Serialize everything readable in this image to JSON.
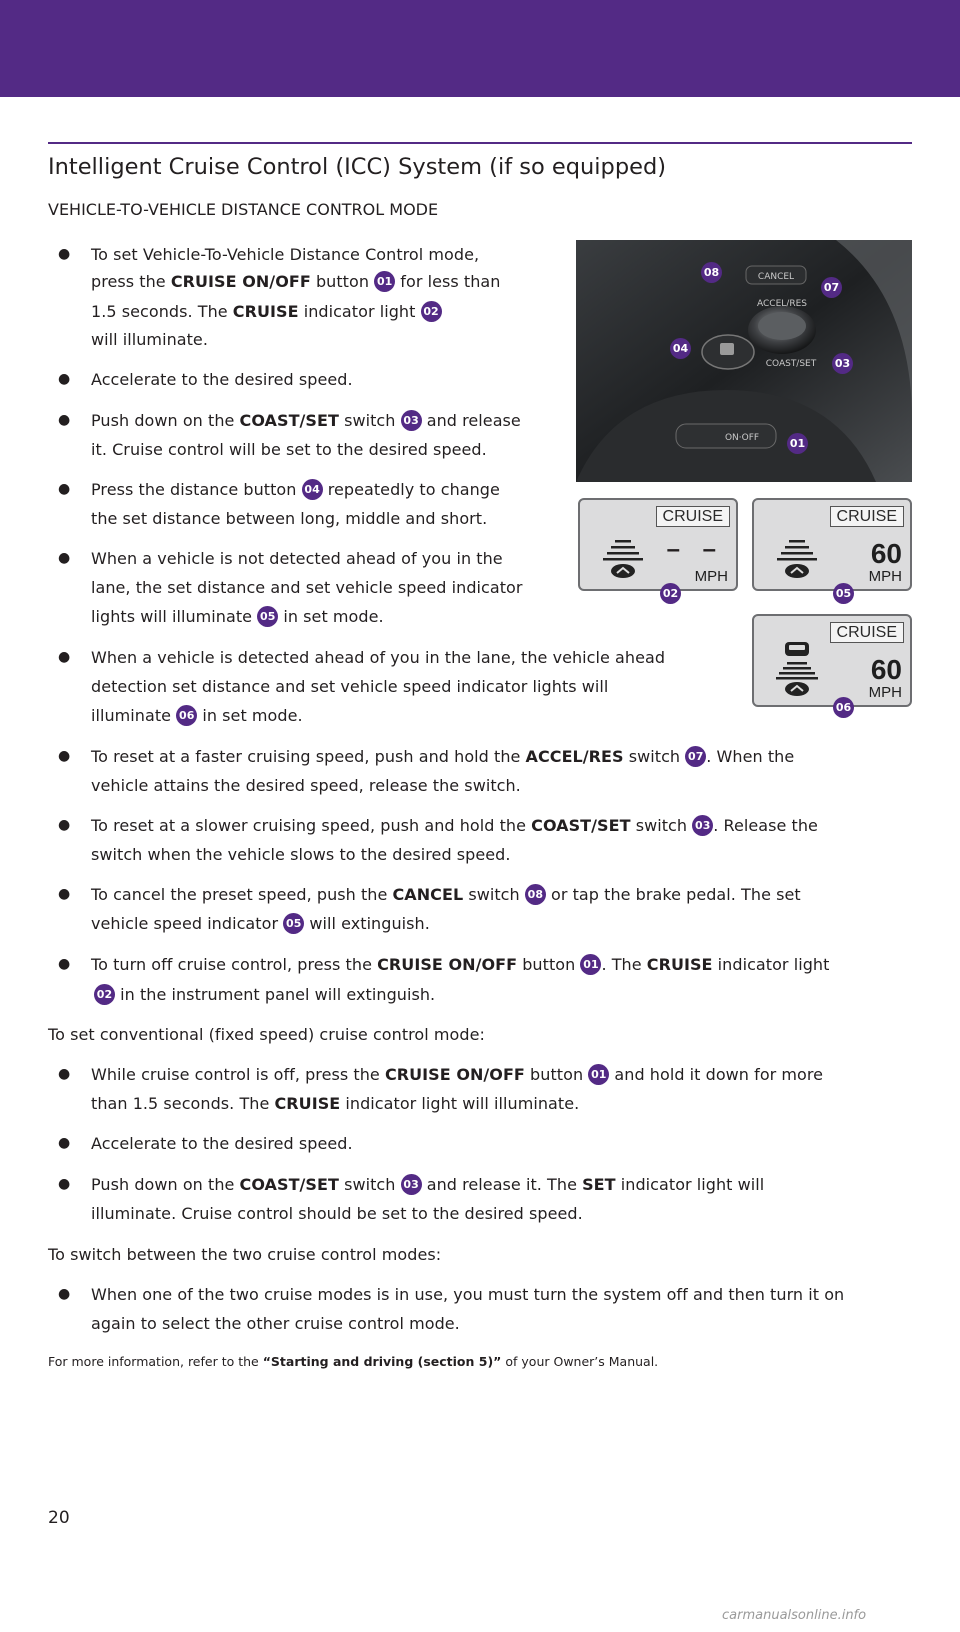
{
  "page": {
    "number": "20",
    "watermark": "carmanualsonline.info",
    "banner_color": "#532a85"
  },
  "title": "Intelligent Cruise Control (ICC) System (if so equipped)",
  "subhead": "VEHICLE-TO-VEHICLE DISTANCE CONTROL MODE",
  "callouts": {
    "c01": "01",
    "c02": "02",
    "c03": "03",
    "c04": "04",
    "c05": "05",
    "c06": "06",
    "c07": "07",
    "c08": "08"
  },
  "bullets": {
    "b1": {
      "l1": "To set Vehicle-To-Vehicle Distance Control mode,",
      "l2a": "press the ",
      "l2b": "CRUISE ON/OFF",
      "l2c": " button ",
      "l2d": " for less than",
      "l3a": "1.5 seconds. The ",
      "l3b": "CRUISE",
      "l3c": " indicator light ",
      "l4": "will illuminate."
    },
    "b2": {
      "l1": "Accelerate to the desired speed."
    },
    "b3": {
      "l1a": "Push down on the ",
      "l1b": "COAST/SET",
      "l1c": " switch ",
      "l1d": " and release",
      "l2": "it. Cruise control will be set to the desired speed."
    },
    "b4": {
      "l1a": "Press the distance button ",
      "l1b": " repeatedly to change",
      "l2": "the set distance between long, middle and short."
    },
    "b5": {
      "l1": "When a vehicle is not detected ahead of you in the",
      "l2": "lane, the set distance and set vehicle speed indicator",
      "l3a": "lights will illuminate ",
      "l3b": " in set mode."
    },
    "b6": {
      "l1": "When a vehicle is detected ahead of you in the lane, the vehicle ahead",
      "l2": "detection set distance and set vehicle speed indicator lights will",
      "l3a": "illuminate ",
      "l3b": " in set mode."
    },
    "b7": {
      "l1a": "To reset at a faster cruising speed, push and hold the ",
      "l1b": "ACCEL/RES",
      "l1c": " switch ",
      "l1d": ". When the",
      "l2": "vehicle attains the desired speed, release the switch."
    },
    "b8": {
      "l1a": "To reset at a slower cruising speed, push and hold the ",
      "l1b": "COAST/SET",
      "l1c": " switch ",
      "l1d": ". Release the",
      "l2": "switch when the vehicle slows to the desired speed."
    },
    "b9": {
      "l1a": "To cancel the preset speed, push the ",
      "l1b": "CANCEL",
      "l1c": " switch ",
      "l1d": " or tap the brake pedal. The set",
      "l2a": "vehicle speed indicator ",
      "l2b": " will extinguish."
    },
    "b10": {
      "l1a": "To turn off cruise control, press the ",
      "l1b": "CRUISE ON/OFF",
      "l1c": " button ",
      "l1d": ". The ",
      "l1e": "CRUISE",
      "l1f": " indicator light",
      "l2": " in the instrument panel will extinguish."
    }
  },
  "conventional": {
    "heading": "To set conventional (fixed speed) cruise control mode:",
    "c1": {
      "l1a": "While cruise control is off, press the ",
      "l1b": "CRUISE ON/OFF",
      "l1c": " button ",
      "l1d": " and hold it down for more",
      "l2a": "than 1.5 seconds. The ",
      "l2b": "CRUISE",
      "l2c": " indicator light will illuminate."
    },
    "c2": {
      "l1": "Accelerate to the desired speed."
    },
    "c3": {
      "l1a": "Push down on the ",
      "l1b": "COAST/SET",
      "l1c": " switch ",
      "l1d": " and release it. The ",
      "l1e": "SET",
      "l1f": " indicator light will",
      "l2": "illuminate. Cruise control should be set to the desired speed."
    }
  },
  "switching": {
    "heading": "To switch between the two cruise control modes:",
    "s1": {
      "l1": "When one of the two cruise modes is in use, you must turn the system off and then turn it on",
      "l2": "again to select the other cruise control mode."
    }
  },
  "footnote": {
    "a": "For more information, refer to the ",
    "b": "“Starting and driving (section 5)”",
    "c": " of your Owner’s Manual."
  },
  "photo_labels": {
    "cancel": "CANCEL",
    "accel": "ACCEL/RES",
    "coast": "COAST/SET",
    "onoff": "ON·OFF"
  },
  "panels": {
    "p1": {
      "label": "CRUISE",
      "speed": "– –",
      "unit": "MPH"
    },
    "p2": {
      "label": "CRUISE",
      "speed": "60",
      "unit": "MPH"
    },
    "p3": {
      "label": "CRUISE",
      "speed": "60",
      "unit": "MPH"
    }
  }
}
